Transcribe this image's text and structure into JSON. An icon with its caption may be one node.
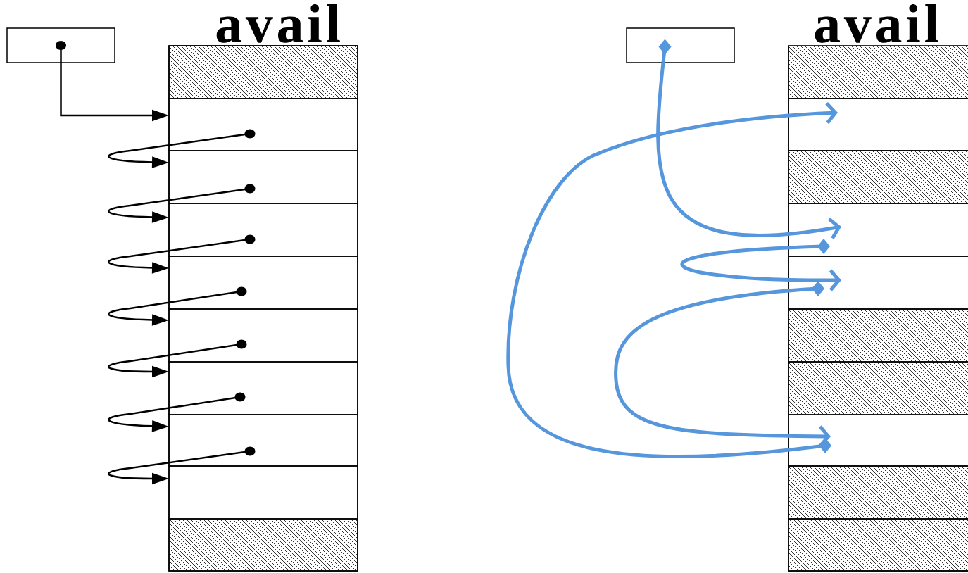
{
  "diagram": {
    "nodes": [
      {
        "text": [],
        "shape": "box"
      },
      {
        "text": [
          "avail"
        ]
      },
      {
        "text": [],
        "shape": "box",
        "in": 1
      },
      {
        "text": [],
        "shape": "box",
        "in": 1
      },
      {
        "text": [],
        "shape": "box",
        "in": 1
      },
      {
        "text": [],
        "shape": "box",
        "in": 1
      },
      {
        "text": [],
        "shape": "box",
        "in": 1
      },
      {
        "text": [],
        "shape": "box",
        "in": 1
      },
      {
        "text": [],
        "shape": "box",
        "in": 1
      },
      {
        "text": [],
        "shape": "box",
        "in": 1
      },
      {
        "text": [],
        "shape": "box",
        "in": 1
      },
      {
        "text": [],
        "shape": "box",
        "in": 1
      },
      {
        "text": [],
        "shape": "box"
      },
      {
        "text": [
          "avail"
        ]
      },
      {
        "text": [],
        "shape": "box",
        "in": 13
      },
      {
        "text": [],
        "shape": "box",
        "in": 13
      },
      {
        "text": [],
        "shape": "box",
        "in": 13
      },
      {
        "text": [],
        "shape": "box",
        "in": 13
      },
      {
        "text": [],
        "shape": "box",
        "in": 13
      },
      {
        "text": [],
        "shape": "box",
        "in": 13
      },
      {
        "text": [],
        "shape": "box",
        "in": 13
      },
      {
        "text": [],
        "shape": "box",
        "in": 13
      },
      {
        "text": [],
        "shape": "box",
        "in": 13
      },
      {
        "text": [],
        "shape": "box",
        "in": 13
      }
    ],
    "edges": [
      {
        "from": 0,
        "to": 3,
        "arrow": "to"
      },
      {
        "from": 3,
        "to": 4,
        "arrow": "to"
      },
      {
        "from": 4,
        "to": 5,
        "arrow": "to"
      },
      {
        "from": 5,
        "to": 6,
        "arrow": "to"
      },
      {
        "from": 6,
        "to": 7,
        "arrow": "to"
      },
      {
        "from": 7,
        "to": 8,
        "arrow": "to"
      },
      {
        "from": 8,
        "to": 9,
        "arrow": "to"
      },
      {
        "from": 9,
        "to": 10,
        "arrow": "to"
      },
      {
        "from": 12,
        "to": 17,
        "arrow": "to",
        "style": "thick",
        "color": "#5596dc"
      },
      {
        "from": 17,
        "to": 18,
        "arrow": "to",
        "style": "thick",
        "color": "#5596dc"
      },
      {
        "from": 18,
        "to": 21,
        "arrow": "to",
        "style": "thick",
        "color": "#5596dc"
      },
      {
        "from": 21,
        "to": 15,
        "arrow": "to",
        "style": "thick",
        "color": "#5596dc"
      }
    ]
  }
}
